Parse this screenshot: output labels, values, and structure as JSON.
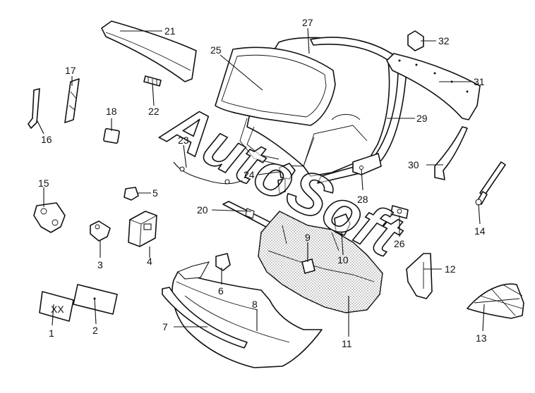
{
  "watermark": "AutoSoft",
  "plate_text": "XX",
  "callouts": [
    {
      "id": "1",
      "label": "1"
    },
    {
      "id": "2",
      "label": "2"
    },
    {
      "id": "3",
      "label": "3"
    },
    {
      "id": "4",
      "label": "4"
    },
    {
      "id": "5",
      "label": "5"
    },
    {
      "id": "6",
      "label": "6"
    },
    {
      "id": "7",
      "label": "7"
    },
    {
      "id": "8",
      "label": "8"
    },
    {
      "id": "9",
      "label": "9"
    },
    {
      "id": "10",
      "label": "10"
    },
    {
      "id": "11",
      "label": "11"
    },
    {
      "id": "12",
      "label": "12"
    },
    {
      "id": "13",
      "label": "13"
    },
    {
      "id": "14",
      "label": "14"
    },
    {
      "id": "15",
      "label": "15"
    },
    {
      "id": "16",
      "label": "16"
    },
    {
      "id": "17",
      "label": "17"
    },
    {
      "id": "18",
      "label": "18"
    },
    {
      "id": "20",
      "label": "20"
    },
    {
      "id": "21",
      "label": "21"
    },
    {
      "id": "22",
      "label": "22"
    },
    {
      "id": "23",
      "label": "23"
    },
    {
      "id": "24",
      "label": "24"
    },
    {
      "id": "25",
      "label": "25"
    },
    {
      "id": "26",
      "label": "26"
    },
    {
      "id": "27",
      "label": "27"
    },
    {
      "id": "28",
      "label": "28"
    },
    {
      "id": "29",
      "label": "29"
    },
    {
      "id": "30",
      "label": "30"
    },
    {
      "id": "31",
      "label": "31"
    },
    {
      "id": "32",
      "label": "32"
    }
  ]
}
